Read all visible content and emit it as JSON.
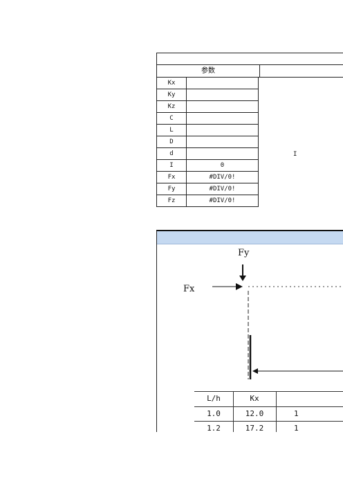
{
  "param_table": {
    "header_param": "参数",
    "rows": [
      {
        "sym": "Kx",
        "val": ""
      },
      {
        "sym": "Ky",
        "val": ""
      },
      {
        "sym": "Kz",
        "val": ""
      },
      {
        "sym": "C",
        "val": ""
      },
      {
        "sym": "L",
        "val": ""
      },
      {
        "sym": "D",
        "val": ""
      },
      {
        "sym": "d",
        "val": ""
      },
      {
        "sym": "I",
        "val": "0"
      },
      {
        "sym": "Fx",
        "val": "#DIV/0!"
      },
      {
        "sym": "Fy",
        "val": "#DIV/0!"
      },
      {
        "sym": "Fz",
        "val": "#DIV/0!"
      }
    ],
    "merged_fragment": "I"
  },
  "figure": {
    "label_fy": "Fy",
    "label_fx": "Fx"
  },
  "lh_table": {
    "head": {
      "a": "L/h",
      "b": "Kx",
      "c": ""
    },
    "rows": [
      {
        "a": "1.0",
        "b": "12.0",
        "c": "1"
      },
      {
        "a": "1.2",
        "b": "17.2",
        "c": "1"
      }
    ]
  }
}
